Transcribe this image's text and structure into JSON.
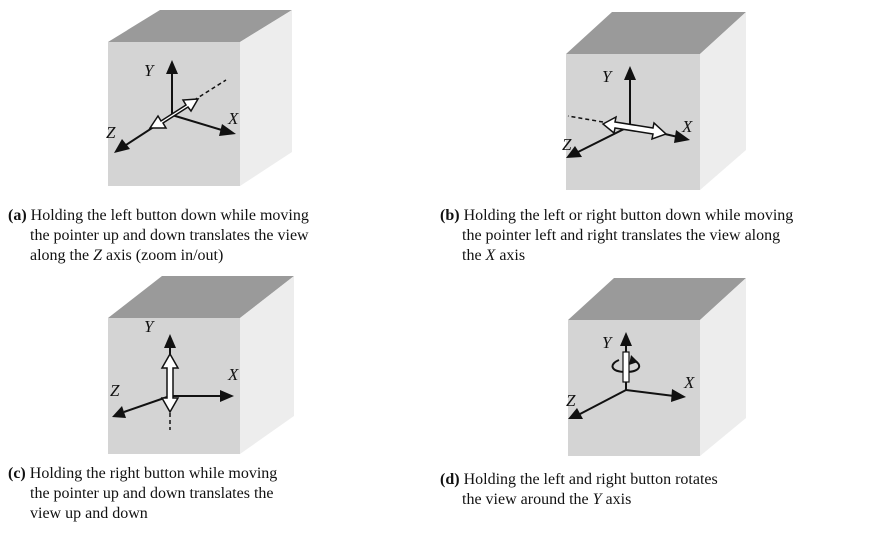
{
  "panels": [
    {
      "id": "a",
      "tag": "(a)",
      "lines": [
        {
          "pre": "Holding the left button down while moving",
          "it": "",
          "post": ""
        },
        {
          "pre": "the pointer up and down translates the view",
          "it": "",
          "post": ""
        },
        {
          "pre": "along the ",
          "it": "Z",
          "post": " axis (zoom in/out)"
        }
      ],
      "axes": {
        "x": "X",
        "y": "Y",
        "z": "Z"
      }
    },
    {
      "id": "b",
      "tag": "(b)",
      "lines": [
        {
          "pre": "Holding the left or right button down while moving",
          "it": "",
          "post": ""
        },
        {
          "pre": "the pointer left and right translates the view along",
          "it": "",
          "post": ""
        },
        {
          "pre": "the ",
          "it": "X",
          "post": " axis"
        }
      ],
      "axes": {
        "x": "X",
        "y": "Y",
        "z": "Z"
      }
    },
    {
      "id": "c",
      "tag": "(c)",
      "lines": [
        {
          "pre": "Holding the right button while moving",
          "it": "",
          "post": ""
        },
        {
          "pre": "the pointer up and down translates the",
          "it": "",
          "post": ""
        },
        {
          "pre": "view up and down",
          "it": "",
          "post": ""
        }
      ],
      "axes": {
        "x": "X",
        "y": "Y",
        "z": "Z"
      }
    },
    {
      "id": "d",
      "tag": "(d)",
      "lines": [
        {
          "pre": "Holding the left and right button rotates",
          "it": "",
          "post": ""
        },
        {
          "pre": "the view around the ",
          "it": "Y",
          "post": " axis"
        }
      ],
      "axes": {
        "x": "X",
        "y": "Y",
        "z": "Z"
      }
    }
  ],
  "colors": {
    "cube_top": "#9a9a9a",
    "cube_front": "#d6d6d6",
    "cube_side": "#ececec",
    "ink": "#111111"
  }
}
